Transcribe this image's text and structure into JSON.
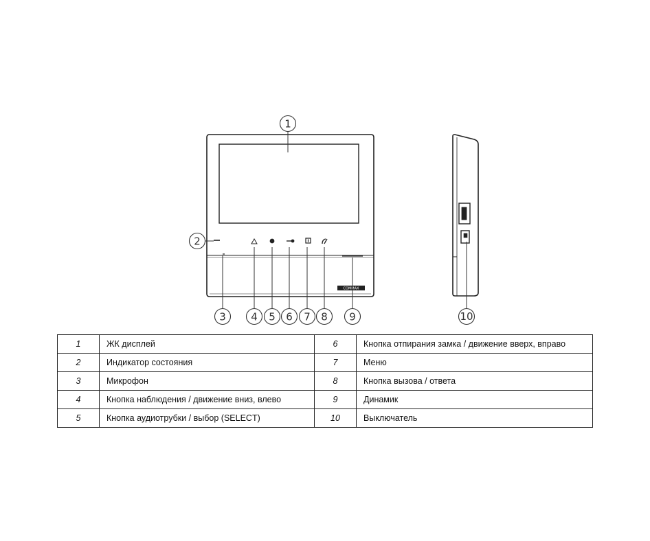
{
  "callouts": [
    "1",
    "2",
    "3",
    "4",
    "5",
    "6",
    "7",
    "8",
    "9",
    "10"
  ],
  "brand_mark": "COMMAX",
  "legend": [
    {
      "left_num": "1",
      "left_text": "ЖК дисплей",
      "right_num": "6",
      "right_text": "Кнопка отпирания замка / движение вверх, вправо"
    },
    {
      "left_num": "2",
      "left_text": "Индикатор состояния",
      "right_num": "7",
      "right_text": "Меню"
    },
    {
      "left_num": "3",
      "left_text": "Микрофон",
      "right_num": "8",
      "right_text": "Кнопка вызова / ответа"
    },
    {
      "left_num": "4",
      "left_text": "Кнопка наблюдения / движение вниз, влево",
      "right_num": "9",
      "right_text": "Динамик"
    },
    {
      "left_num": "5",
      "left_text": "Кнопка аудиотрубки / выбор (SELECT)",
      "right_num": "10",
      "right_text": "Выключатель"
    }
  ]
}
